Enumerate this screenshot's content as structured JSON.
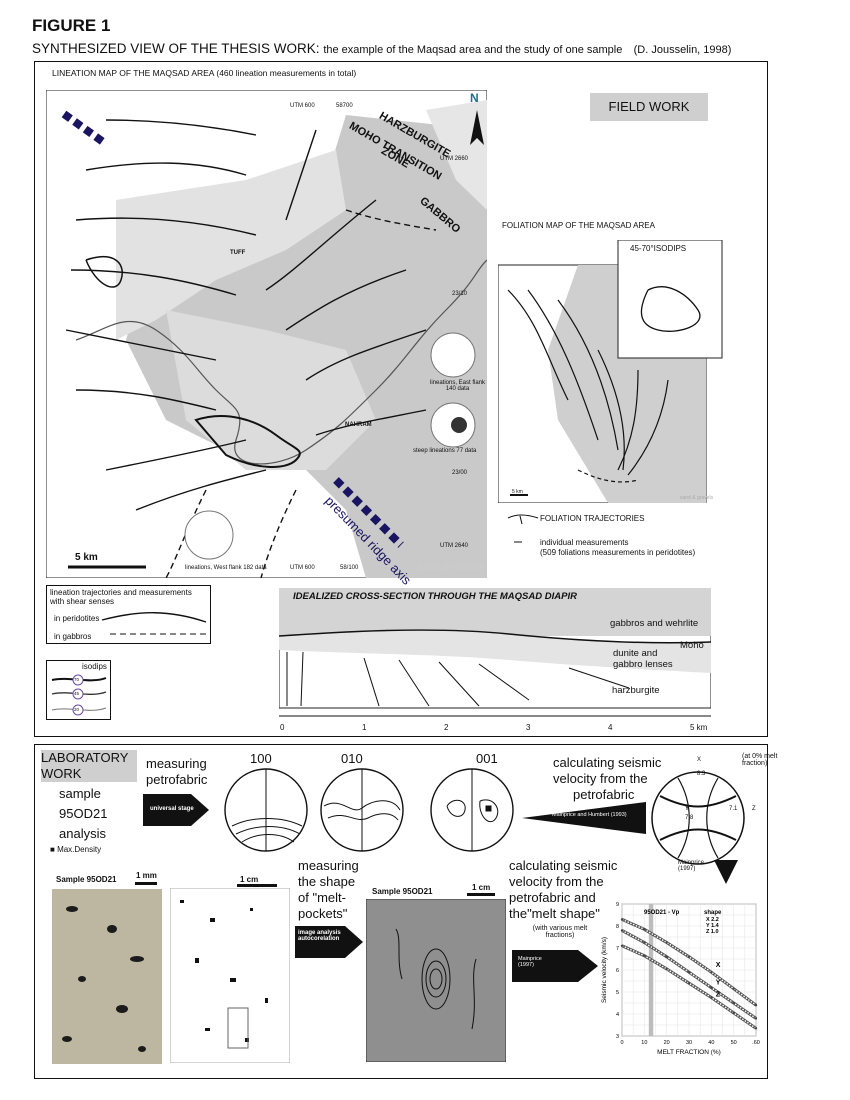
{
  "header": {
    "figure_title": "FIGURE 1",
    "subtitle_main": "SYNTHESIZED VIEW OF THE THESIS WORK:",
    "subtitle_rest": "the example of the Maqsad area and the study of one sample",
    "author": "(D. Jousselin, 1998)"
  },
  "lineation_map": {
    "title": "LINEATION MAP OF THE MAQSAD AREA (460 lineation measurements in total)",
    "zones": [
      "HARZBURGITE",
      "MOHO TRANSITION",
      "ZONE",
      "GABBRO"
    ],
    "north": "N",
    "utm_top": [
      "UTM 600",
      "58700"
    ],
    "utm_right": [
      "UTM 2660",
      "23/10",
      "23/00"
    ],
    "utm_bottom": [
      "UTM 600",
      "58/100",
      "UTM 2640"
    ],
    "tuff": "TUFF",
    "nahram": "NAHRAM",
    "east_flank": [
      "lineations, East flank",
      "140 data"
    ],
    "steep": "steep lineations 77 data",
    "west_flank": "lineations, West flank 182 data",
    "ridge_axis": "presumed ridge axis",
    "scale": "5 km",
    "sand_gravels": "sand & gravels"
  },
  "field_work": "FIELD WORK",
  "foliation": {
    "title": "FOLIATION MAP OF THE MAQSAD AREA",
    "isodips": "45-70°ISODIPS",
    "scale": "5 km",
    "sand": "sand & gravels",
    "legend_traj": "FOLIATION TRAJECTORIES",
    "legend_indiv": "individual measurements",
    "legend_count": "(509 foliations measurements in peridotites)"
  },
  "legend_lineation": {
    "title": "lineation trajectories and measurements with shear senses",
    "peridotites": "in peridotites",
    "gabbros": "in gabbros"
  },
  "legend_isodips": {
    "title": "isodips",
    "values": [
      "70",
      "45",
      "20"
    ]
  },
  "cross_section": {
    "title": "IDEALIZED CROSS-SECTION THROUGH THE MAQSAD DIAPIR",
    "gabbros": "gabbros and wehrlite",
    "moho": "Moho",
    "dunite": "dunite and",
    "gabbro_lenses": "gabbro lenses",
    "harzburgite": "harzburgite",
    "ticks": [
      "0",
      "1",
      "2",
      "3",
      "4",
      "5 km"
    ]
  },
  "laboratory": {
    "tag_line1": "LABORATORY",
    "tag_line2": "WORK",
    "sample": "sample",
    "sample_id": "95OD21",
    "analysis": "analysis",
    "max_density": "Max.Density",
    "measuring": "measuring",
    "petrofabric": "petrofabric",
    "universal_stage": "universal stage",
    "poles": [
      "100",
      "010",
      "001"
    ],
    "calc_line1": "calculating seismic",
    "calc_line2": "velocity from the",
    "calc_line3": "petrofabric",
    "mainprice_humbert": "Mainprice and Humbert (1993)",
    "melt_zero": "(at 0% melt fraction)",
    "x_axis": "X",
    "x_val": "8.3",
    "y_axis": "Y",
    "y_val": "7.8",
    "z_val": "7.1",
    "z_axis": "Z",
    "mainprice_1997": "Mainprice (1997)"
  },
  "lab_bottom": {
    "sample_label": "Sample 95OD21",
    "scale_mm": "1 mm",
    "scale_cm": "1 cm",
    "shape_line1": "measuring",
    "shape_line2": "the shape",
    "shape_line3": "of \"melt-",
    "shape_line4": "pockets\"",
    "image_analysis": "image analysis autocorelation",
    "sample_label2": "Sample 95OD21",
    "scale_cm2": "1 cm",
    "calc2_line1": "calculating seismic",
    "calc2_line2": "velocity from the",
    "calc2_line3": "petrofabric and",
    "calc2_line4": "the\"melt shape\"",
    "various": "(with various melt fractions)",
    "mainprice": "Mainprice (1997)"
  },
  "chart_data": {
    "type": "line",
    "title": "95OD21 - Vp",
    "legend_title": "shape",
    "shape": [
      "X 2.2",
      "Y 1.4",
      "Z 1.0"
    ],
    "xlabel": "MELT FRACTION (%)",
    "ylabel": "Seismic velocity (km/s)",
    "xlim": [
      0,
      60
    ],
    "ylim": [
      3,
      9
    ],
    "x_ticks": [
      "0",
      "10",
      "20",
      "30",
      "40",
      "50",
      ".60"
    ],
    "y_ticks": [
      "3",
      "4",
      "5",
      "6",
      "7",
      "8",
      "9"
    ],
    "x": [
      0,
      10,
      20,
      30,
      40,
      50,
      60
    ],
    "series": [
      {
        "name": "X",
        "values": [
          8.3,
          7.85,
          7.25,
          6.6,
          5.9,
          5.15,
          4.4
        ]
      },
      {
        "name": "Y",
        "values": [
          7.8,
          7.25,
          6.6,
          5.9,
          5.2,
          4.5,
          3.8
        ]
      },
      {
        "name": "Z",
        "values": [
          7.1,
          6.65,
          6.05,
          5.4,
          4.75,
          4.05,
          3.35
        ]
      }
    ]
  }
}
